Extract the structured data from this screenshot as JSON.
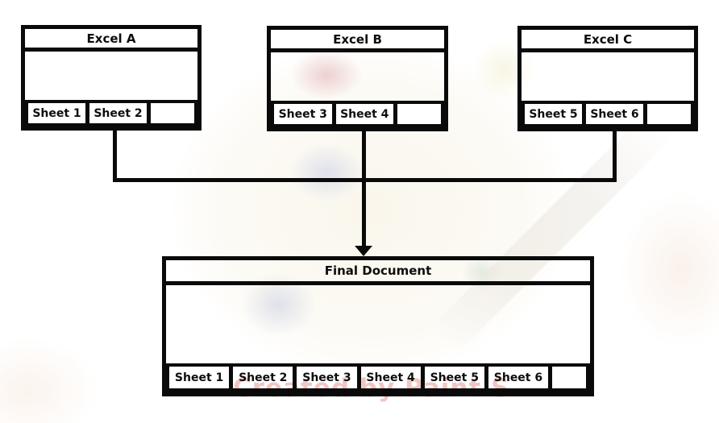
{
  "diagram": {
    "sources": [
      {
        "title": "Excel A",
        "tabs": [
          "Sheet 1",
          "Sheet 2",
          ""
        ]
      },
      {
        "title": "Excel B",
        "tabs": [
          "Sheet 3",
          "Sheet 4",
          ""
        ]
      },
      {
        "title": "Excel C",
        "tabs": [
          "Sheet 5",
          "Sheet 6",
          ""
        ]
      }
    ],
    "target": {
      "title": "Final Document",
      "tabs": [
        "Sheet 1",
        "Sheet 2",
        "Sheet 3",
        "Sheet 4",
        "Sheet 5",
        "Sheet 6",
        ""
      ]
    },
    "watermark": "Created by Paint S",
    "colors": {
      "line": "#0a0a0a",
      "watermark_pink": "#e7a099",
      "background": "#ffffff"
    }
  }
}
